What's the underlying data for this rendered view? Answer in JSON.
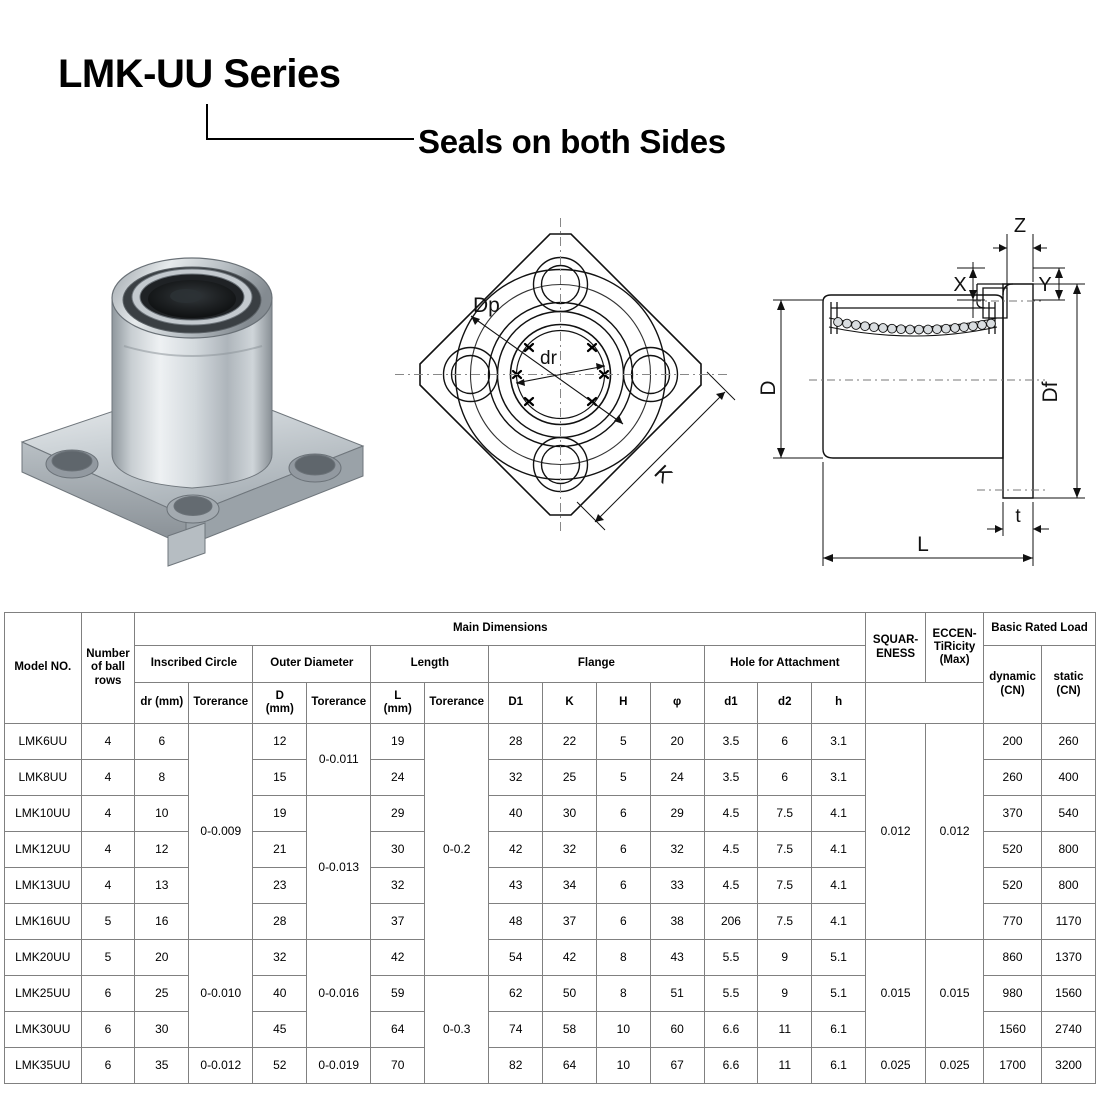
{
  "title": {
    "main": "LMK-UU Series",
    "sub": "Seals on both Sides"
  },
  "figures": {
    "photo": {
      "name": "product-photo",
      "description": "square flange linear ball bearing"
    },
    "front_view": {
      "name": "flange-front-view",
      "labels": {
        "dp": "Dp",
        "dr": "dr",
        "k": "K"
      }
    },
    "section_view": {
      "name": "cross-section-view",
      "labels": {
        "z": "Z",
        "x": "X",
        "y": "Y",
        "d": "D",
        "df": "Df",
        "t": "t",
        "l": "L"
      }
    }
  },
  "table": {
    "group_headers": {
      "main_dimensions": "Main Dimensions",
      "inscribed_circle": "Inscribed Circle",
      "outer_diameter": "Outer Diameter",
      "length": "Length",
      "flange": "Flange",
      "hole_for_attachment": "Hole for Attachment",
      "basic_rated_load": "Basic Rated Load"
    },
    "columns": {
      "model": "Model NO.",
      "ball_rows": "Number\nof ball\nrows",
      "ball_rows_l1": "Number",
      "ball_rows_l2": "of ball",
      "ball_rows_l3": "rows",
      "dr": "dr (mm)",
      "dr_tol": "Torerance",
      "d_l1": "D",
      "d_l2": "(mm)",
      "d_tol": "Torerance",
      "l_l1": "L",
      "l_l2": "(mm)",
      "l_tol": "Torerance",
      "d1": "D1",
      "k": "K",
      "h": "H",
      "phi": "φ",
      "hole_d1": "d1",
      "hole_d2": "d2",
      "hole_h": "h",
      "squareness_l1": "SQUAR-",
      "squareness_l2": "ENESS",
      "eccentricity_l1": "ECCEN-",
      "eccentricity_l2": "TiRicity",
      "eccentricity_l3": "(Max)",
      "dynamic_l1": "dynamic",
      "dynamic_l2": "(CN)",
      "static_l1": "static",
      "static_l2": "(CN)"
    },
    "rows": [
      {
        "model": "LMK6UU",
        "ball_rows": "4",
        "dr": "6",
        "d": "12",
        "l": "19",
        "d1": "28",
        "k": "22",
        "h": "5",
        "phi": "20",
        "hole_d1": "3.5",
        "hole_d2": "6",
        "hole_h": "3.1",
        "dynamic": "200",
        "static": "260"
      },
      {
        "model": "LMK8UU",
        "ball_rows": "4",
        "dr": "8",
        "d": "15",
        "l": "24",
        "d1": "32",
        "k": "25",
        "h": "5",
        "phi": "24",
        "hole_d1": "3.5",
        "hole_d2": "6",
        "hole_h": "3.1",
        "dynamic": "260",
        "static": "400"
      },
      {
        "model": "LMK10UU",
        "ball_rows": "4",
        "dr": "10",
        "d": "19",
        "l": "29",
        "d1": "40",
        "k": "30",
        "h": "6",
        "phi": "29",
        "hole_d1": "4.5",
        "hole_d2": "7.5",
        "hole_h": "4.1",
        "dynamic": "370",
        "static": "540"
      },
      {
        "model": "LMK12UU",
        "ball_rows": "4",
        "dr": "12",
        "d": "21",
        "l": "30",
        "d1": "42",
        "k": "32",
        "h": "6",
        "phi": "32",
        "hole_d1": "4.5",
        "hole_d2": "7.5",
        "hole_h": "4.1",
        "dynamic": "520",
        "static": "800"
      },
      {
        "model": "LMK13UU",
        "ball_rows": "4",
        "dr": "13",
        "d": "23",
        "l": "32",
        "d1": "43",
        "k": "34",
        "h": "6",
        "phi": "33",
        "hole_d1": "4.5",
        "hole_d2": "7.5",
        "hole_h": "4.1",
        "dynamic": "520",
        "static": "800"
      },
      {
        "model": "LMK16UU",
        "ball_rows": "5",
        "dr": "16",
        "d": "28",
        "l": "37",
        "d1": "48",
        "k": "37",
        "h": "6",
        "phi": "38",
        "hole_d1": "206",
        "hole_d2": "7.5",
        "hole_h": "4.1",
        "dynamic": "770",
        "static": "1170"
      },
      {
        "model": "LMK20UU",
        "ball_rows": "5",
        "dr": "20",
        "d": "32",
        "l": "42",
        "d1": "54",
        "k": "42",
        "h": "8",
        "phi": "43",
        "hole_d1": "5.5",
        "hole_d2": "9",
        "hole_h": "5.1",
        "dynamic": "860",
        "static": "1370"
      },
      {
        "model": "LMK25UU",
        "ball_rows": "6",
        "dr": "25",
        "d": "40",
        "l": "59",
        "d1": "62",
        "k": "50",
        "h": "8",
        "phi": "51",
        "hole_d1": "5.5",
        "hole_d2": "9",
        "hole_h": "5.1",
        "dynamic": "980",
        "static": "1560"
      },
      {
        "model": "LMK30UU",
        "ball_rows": "6",
        "dr": "30",
        "d": "45",
        "l": "64",
        "d1": "74",
        "k": "58",
        "h": "10",
        "phi": "60",
        "hole_d1": "6.6",
        "hole_d2": "11",
        "hole_h": "6.1",
        "dynamic": "1560",
        "static": "2740"
      },
      {
        "model": "LMK35UU",
        "ball_rows": "6",
        "dr": "35",
        "d": "52",
        "l": "70",
        "d1": "82",
        "k": "64",
        "h": "10",
        "phi": "67",
        "hole_d1": "6.6",
        "hole_d2": "11",
        "hole_h": "6.1",
        "dynamic": "1700",
        "static": "3200"
      }
    ],
    "merged": {
      "dr_tolerance": [
        {
          "value": "0-0.009",
          "start": 0,
          "span": 6
        },
        {
          "value": "0-0.010",
          "start": 6,
          "span": 3
        },
        {
          "value": "0-0.012",
          "start": 9,
          "span": 1
        }
      ],
      "d_tolerance": [
        {
          "value": "0-0.011",
          "start": 0,
          "span": 2
        },
        {
          "value": "0-0.013",
          "start": 2,
          "span": 4
        },
        {
          "value": "0-0.016",
          "start": 6,
          "span": 3
        },
        {
          "value": "0-0.019",
          "start": 9,
          "span": 1
        }
      ],
      "l_tolerance": [
        {
          "value": "0-0.2",
          "start": 0,
          "span": 7
        },
        {
          "value": "0-0.3",
          "start": 7,
          "span": 3
        }
      ],
      "squareness": [
        {
          "value": "0.012",
          "start": 0,
          "span": 6
        },
        {
          "value": "0.015",
          "start": 6,
          "span": 3
        },
        {
          "value": "0.025",
          "start": 9,
          "span": 1
        }
      ],
      "eccentricity": [
        {
          "value": "0.012",
          "start": 0,
          "span": 6
        },
        {
          "value": "0.015",
          "start": 6,
          "span": 3
        },
        {
          "value": "0.025",
          "start": 9,
          "span": 1
        }
      ]
    }
  },
  "colors": {
    "border": "#808080",
    "text": "#000000",
    "background": "#ffffff",
    "metal_light": "#e9ecee",
    "metal_mid": "#b9bfc4",
    "metal_dark": "#7d858b",
    "bore_dark": "#16181a"
  }
}
